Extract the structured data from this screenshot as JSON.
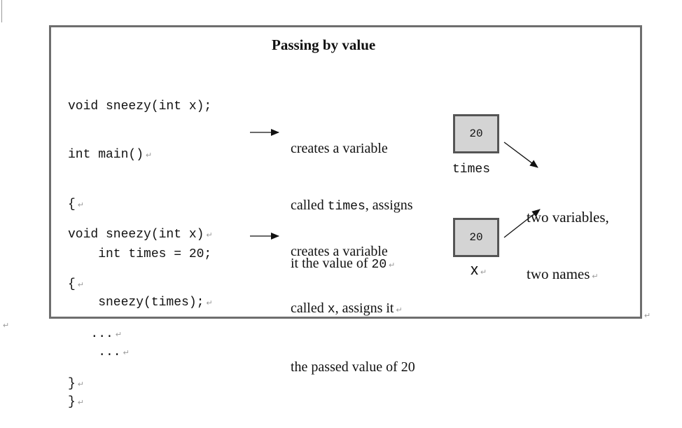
{
  "title": "Passing by value",
  "code_top": [
    "void sneezy(int x);",
    "int main()",
    "{",
    "    int times = 20;",
    "    sneezy(times);",
    "    ...",
    "}"
  ],
  "code_bottom": [
    "void sneezy(int x)",
    "{",
    "   ...",
    "}"
  ],
  "desc_top": {
    "line1": "creates a variable",
    "line2_pre": "called ",
    "line2_code": "times",
    "line2_post": ", assigns",
    "line3_pre": "it the value of ",
    "line3_code": "20"
  },
  "desc_bottom": {
    "line1": "creates a variable",
    "line2_pre": "called ",
    "line2_code": "x",
    "line2_post": ", assigns it",
    "line3": "the passed value of 20"
  },
  "box_top": {
    "value": "20",
    "label": "times"
  },
  "box_bottom": {
    "value": "20",
    "label": "x"
  },
  "result": {
    "line1": "two variables,",
    "line2": "two names"
  },
  "paragraph_mark": "↵"
}
